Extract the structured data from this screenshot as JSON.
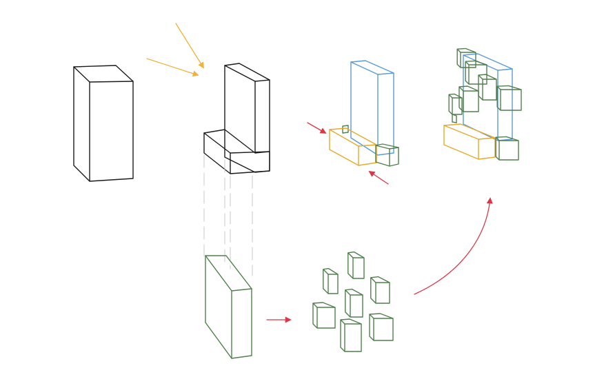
{
  "diagram": {
    "background": "#ffffff",
    "colors": {
      "outline": "#1a1a1a",
      "sun_arrows": "#f0b23c",
      "flow_arrows": "#dc3545",
      "thin_slab": "#5b9bd5",
      "base_block": "#e8a92b",
      "modules": "#4f7f4a",
      "guide_lines": "#c8c8c8"
    },
    "stages": [
      {
        "name": "single-volume"
      },
      {
        "name": "l-shaped-volume"
      },
      {
        "name": "slab-and-base"
      },
      {
        "name": "slab-with-modules"
      },
      {
        "name": "green-slab"
      },
      {
        "name": "scattered-modules"
      }
    ],
    "icons": [
      "arrow-icon"
    ]
  }
}
